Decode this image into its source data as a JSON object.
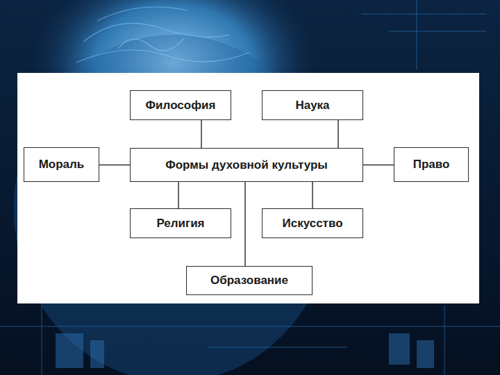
{
  "diagram": {
    "nodes": [
      {
        "text": [
          "Философия"
        ]
      },
      {
        "text": [
          "Наука"
        ]
      },
      {
        "text": [
          "Мораль"
        ]
      },
      {
        "text": [
          "Формы духовной культуры"
        ]
      },
      {
        "text": [
          "Право"
        ]
      },
      {
        "text": [
          "Религия"
        ]
      },
      {
        "text": [
          "Искусство"
        ]
      },
      {
        "text": [
          "Образование"
        ]
      }
    ],
    "edges": [
      {
        "from": 3,
        "to": 0,
        "arrow": "none"
      },
      {
        "from": 3,
        "to": 1,
        "arrow": "none"
      },
      {
        "from": 3,
        "to": 2,
        "arrow": "none"
      },
      {
        "from": 3,
        "to": 4,
        "arrow": "none"
      },
      {
        "from": 3,
        "to": 5,
        "arrow": "none"
      },
      {
        "from": 3,
        "to": 6,
        "arrow": "none"
      },
      {
        "from": 3,
        "to": 7,
        "arrow": "none"
      }
    ]
  }
}
